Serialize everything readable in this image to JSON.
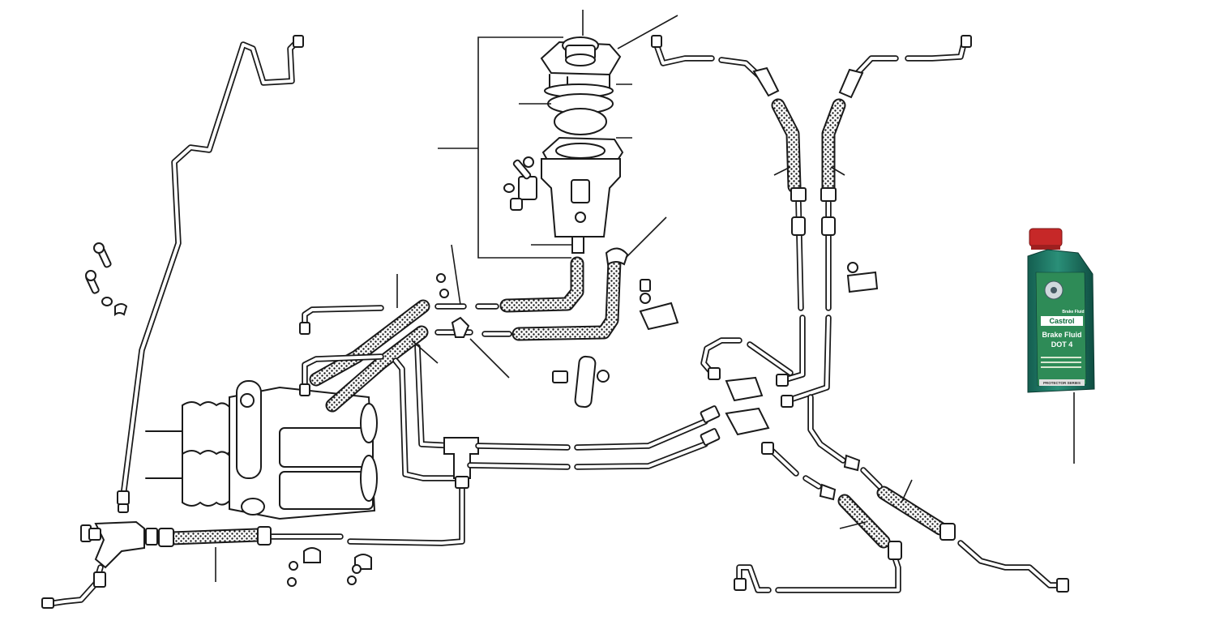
{
  "bottle": {
    "label_top": "Brake Fluid",
    "brand": "Castrol",
    "product": "Brake Fluid",
    "grade": "DOT 4",
    "footer": "PROTECTOR SERIES",
    "colors": {
      "cap": "#c62828",
      "body": "#1f7a67",
      "label": "#2e8b57"
    }
  }
}
